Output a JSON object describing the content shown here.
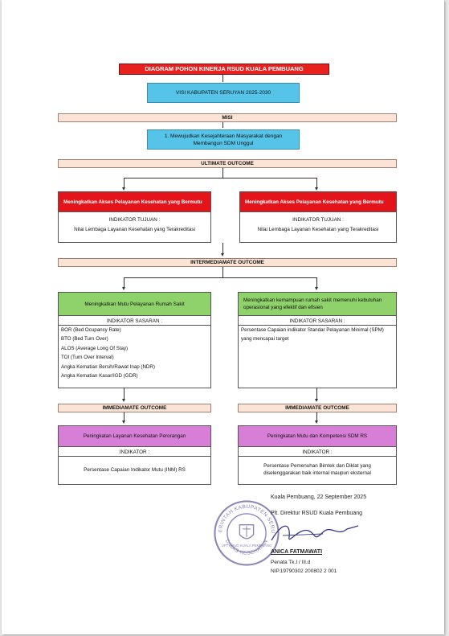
{
  "title": "DIAGRAM POHON KINERJA RSUD KUALA PEMBUANG",
  "visi": "VISI KABUPATEN SERUYAN 2025-2030",
  "misi_label": "MISI",
  "misi_item": "1. Mewujudkan Kesejahteraan Masyarakat dengan Membangun SDM Unggul",
  "ultimate_label": "ULTIMATE OUTCOME",
  "ultimate": [
    {
      "goal": "Meningkatkan Akses Pelayanan Kesehatan yang Bermutu",
      "indicator_label": "INDIKATOR TUJUAN :",
      "indicator": "Nilai Lembaga Layanan Kesehatan yang Terakreditasi"
    },
    {
      "goal": "Meningkatkan Akses Pelayanan Kesehatan yang Bermutu",
      "indicator_label": "INDIKATOR TUJUAN :",
      "indicator": "Nilai Lembaga Layanan Kesehatan yang Terakreditasi"
    }
  ],
  "intermediate_label": "INTERMEDIAMATE OUTCOME",
  "intermediate": [
    {
      "goal": "Meningkatkan Mutu Pelayanan Rumah Sakit",
      "indicator_label": "INDIKATOR SASARAN :",
      "indicators": [
        "BOR (Bed Ocupancy Rate)",
        "BTO (Bed Turn Over)",
        "ALOS (Average Long Of Stay)",
        "TOI (Turn Over Interval)",
        "Angka Kematian Bersih/Rawat Inap (NDR)",
        "Angka Kematian Kasar/IGD (GDR)"
      ]
    },
    {
      "goal": "Meningkatkan kemampuan rumah sakit memenuhi kebutuhan operasional yang efektif dan efisien",
      "indicator_label": "INDIKATOR SASARAN :",
      "indicators": [
        "Persentase Capaian indikator Standar Pelayanan Minimal (SPM) yang mencapai target"
      ]
    }
  ],
  "immediate_label": "IMMEDIAMATE OUTCOME",
  "immediate": [
    {
      "goal": "Peningkatan Layanan Kesehatan Perorangan",
      "indicator_label": "INDIKATOR :",
      "indicator": "Persentase Capaian Indikator Mutu (INM) RS"
    },
    {
      "goal": "Peningkatan Mutu dan Kompetensi SDM RS",
      "indicator_label": "INDIKATOR :",
      "indicator": "Persentase Pemenuhan Bimtek dan Diklat yang diselenggarakan baik internal maupun eksternal"
    }
  ],
  "signature": {
    "place_date": "Kuala Pembuang, 22 September 2025",
    "position": "Plt. Direktur RSUD Kuala Pembuang",
    "name": "ANICA FATMAWATI",
    "rank": "Penata Tk.I / III.d",
    "nip": "NIP.19790302 200802 2 001"
  },
  "stamp": {
    "outer_text": "PEMERINTAH KABUPATEN SERUYAN",
    "inner_text": "UPT RSUD KUALA PEMBUANG",
    "bottom_text": "DINAS KESEHATAN"
  },
  "colors": {
    "title_red": "#e8201e",
    "cyan": "#55c4e8",
    "band": "#fbe4d6",
    "red_header": "#e5141b",
    "green_header": "#8fd16a",
    "purple_header": "#d77fd6",
    "stamp": "#8c86b8"
  }
}
